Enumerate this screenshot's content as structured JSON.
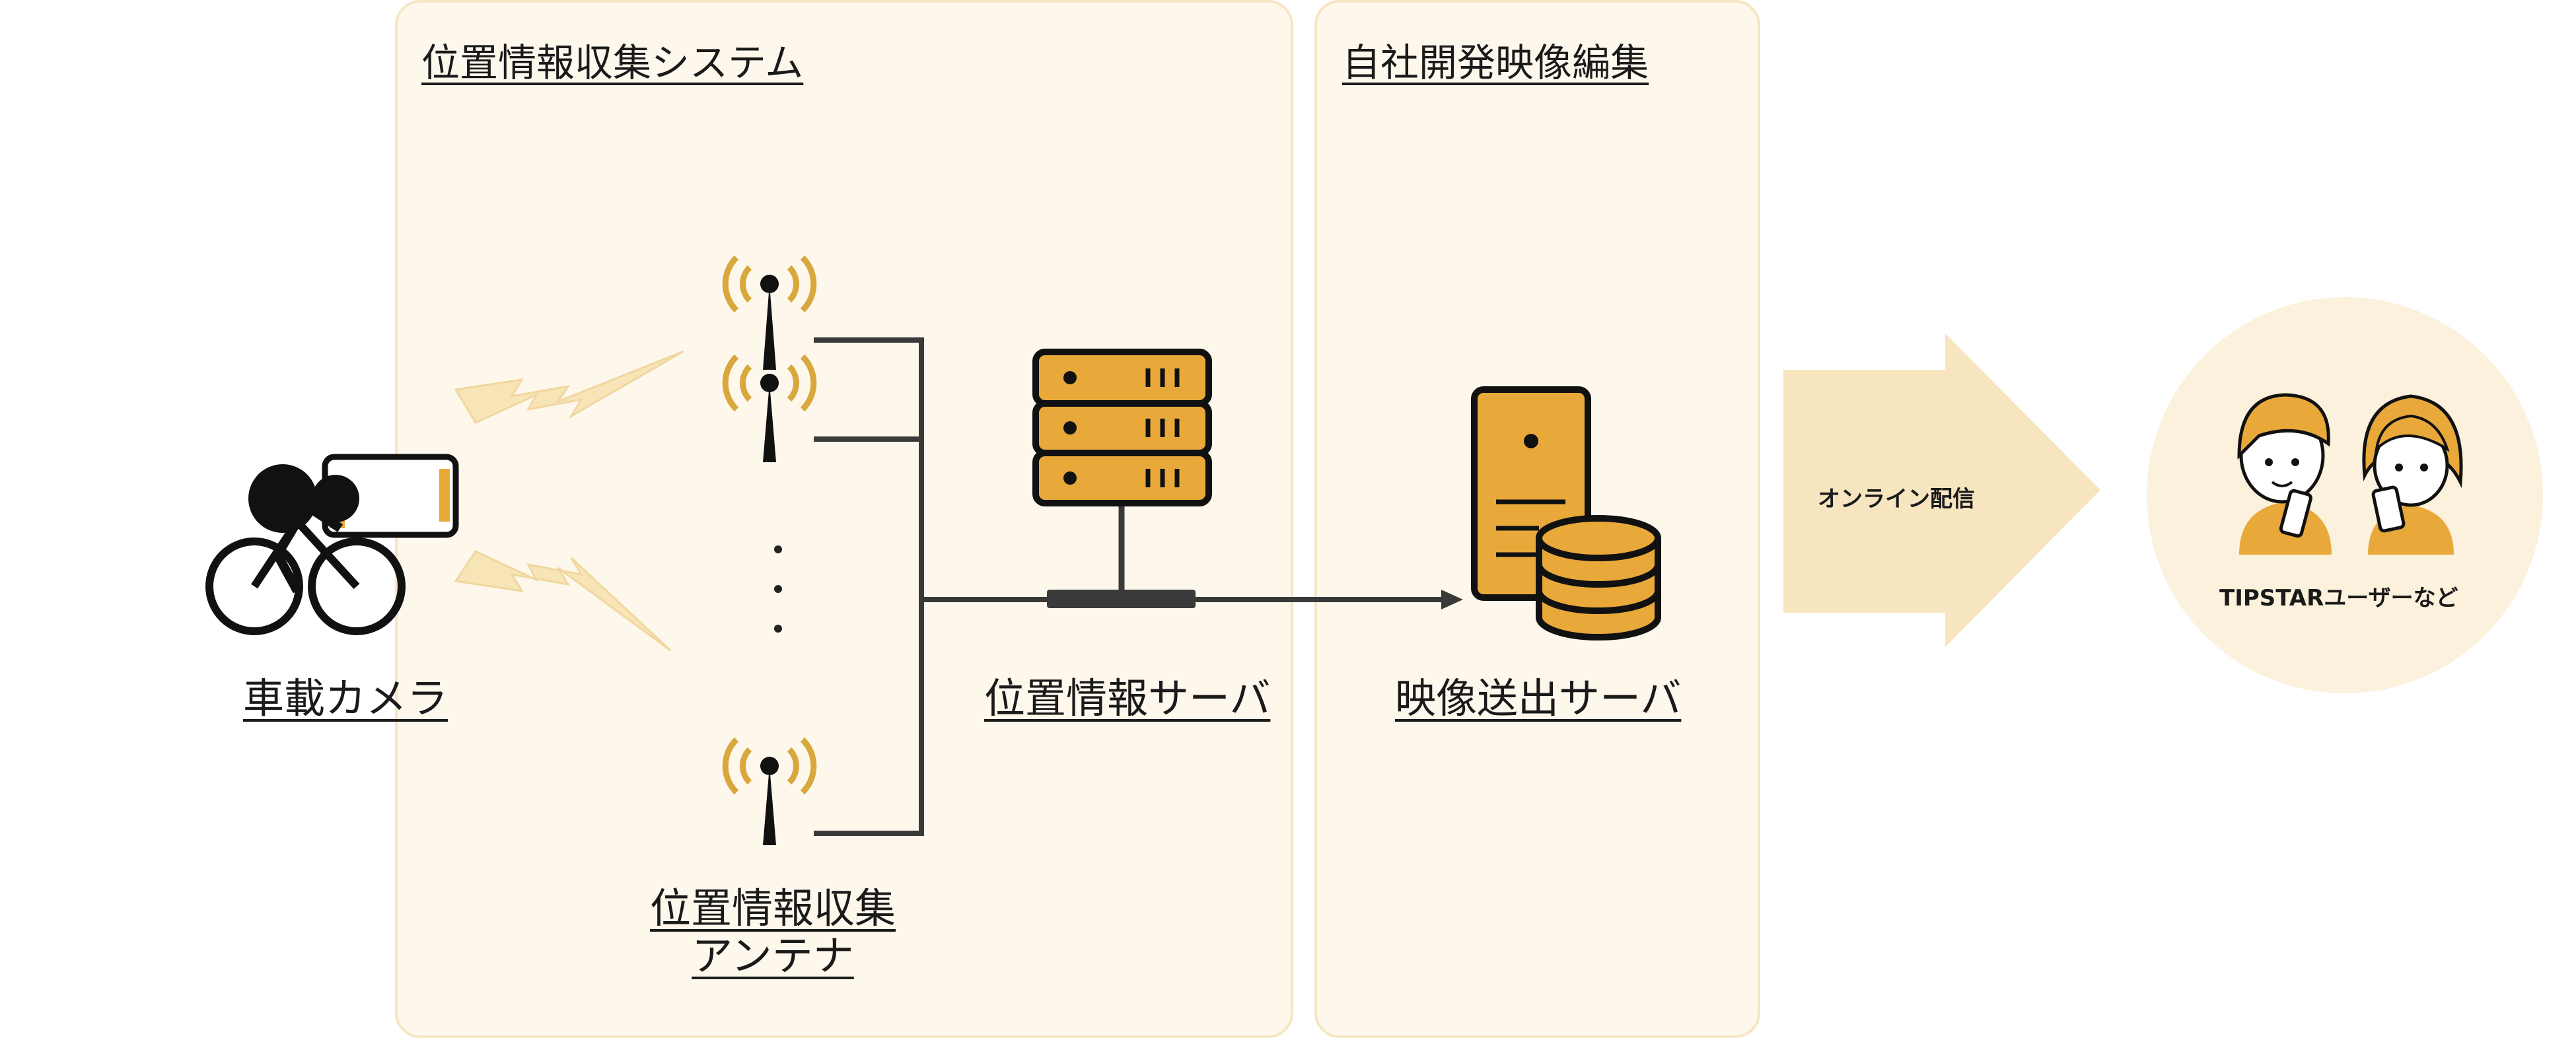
{
  "panels": {
    "collection": {
      "title": "位置情報収集システム"
    },
    "editing": {
      "title": "自社開発映像編集"
    }
  },
  "labels": {
    "camera": "車載カメラ",
    "antenna_line1": "位置情報収集",
    "antenna_line2": "アンテナ",
    "location_server": "位置情報サーバ",
    "video_server": "映像送出サーバ",
    "delivery": "オンライン配信",
    "users": "TIPSTARユーザーなど"
  },
  "icons": {
    "camera": "cyclist-with-camera-icon",
    "antenna": "antenna-icon",
    "location_server": "server-rack-icon",
    "video_server": "server-database-icon",
    "users": "users-with-phones-icon"
  },
  "colors": {
    "accent": "#e8a93a",
    "accent_light": "#f7e5b8",
    "panel_bg": "#fdf7ec",
    "panel_border": "#f5e6c4",
    "line": "#3a3a3a",
    "arrow": "#f6e5bf",
    "circle": "#fbf1dc"
  }
}
